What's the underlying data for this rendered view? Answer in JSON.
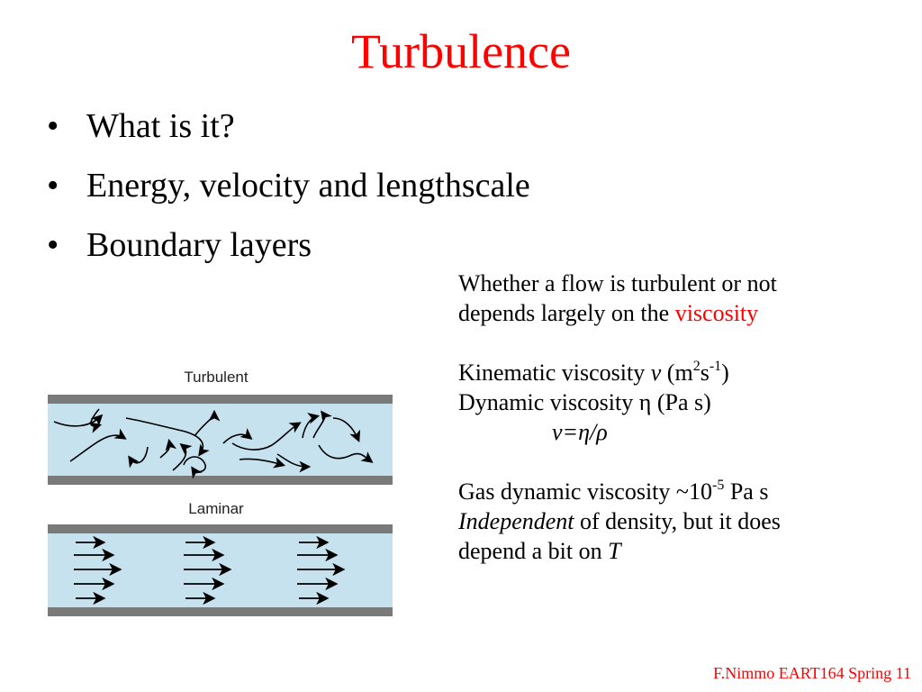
{
  "slide": {
    "title": "Turbulence",
    "bullets": [
      {
        "text": "What is it?"
      },
      {
        "text": "Energy, velocity and lengthscale"
      },
      {
        "text": "Boundary layers"
      }
    ],
    "bullet_char": "•",
    "flow_text": {
      "line1": "Whether a flow is turbulent or not",
      "line2_prefix": "depends largely on the ",
      "line2_highlight": "viscosity"
    },
    "kinematic": {
      "label": "Kinematic viscosity ",
      "symbol": "ν",
      "unit_open": " (m",
      "exp1": "2",
      "unit_mid": "s",
      "exp2": "-1",
      "unit_close": ")"
    },
    "dynamic": {
      "label": "Dynamic viscosity ",
      "symbol": "η",
      "unit": " (Pa s)"
    },
    "relation": "ν=η/ρ",
    "gas": {
      "prefix": "Gas dynamic viscosity ~10",
      "exp": "-5",
      "suffix": " Pa s"
    },
    "independent": {
      "emph": "Independent",
      "rest": " of density, but it does"
    },
    "depend": {
      "prefix": "depend a bit on ",
      "var": "T"
    },
    "footer": "F.Nimmo EART164 Spring 11",
    "diagram": {
      "turbulent_label": "Turbulent",
      "laminar_label": "Laminar"
    },
    "colors": {
      "accent": "#ff0000",
      "fluid": "#c6e2ef",
      "wall": "#7a7a7a"
    }
  }
}
